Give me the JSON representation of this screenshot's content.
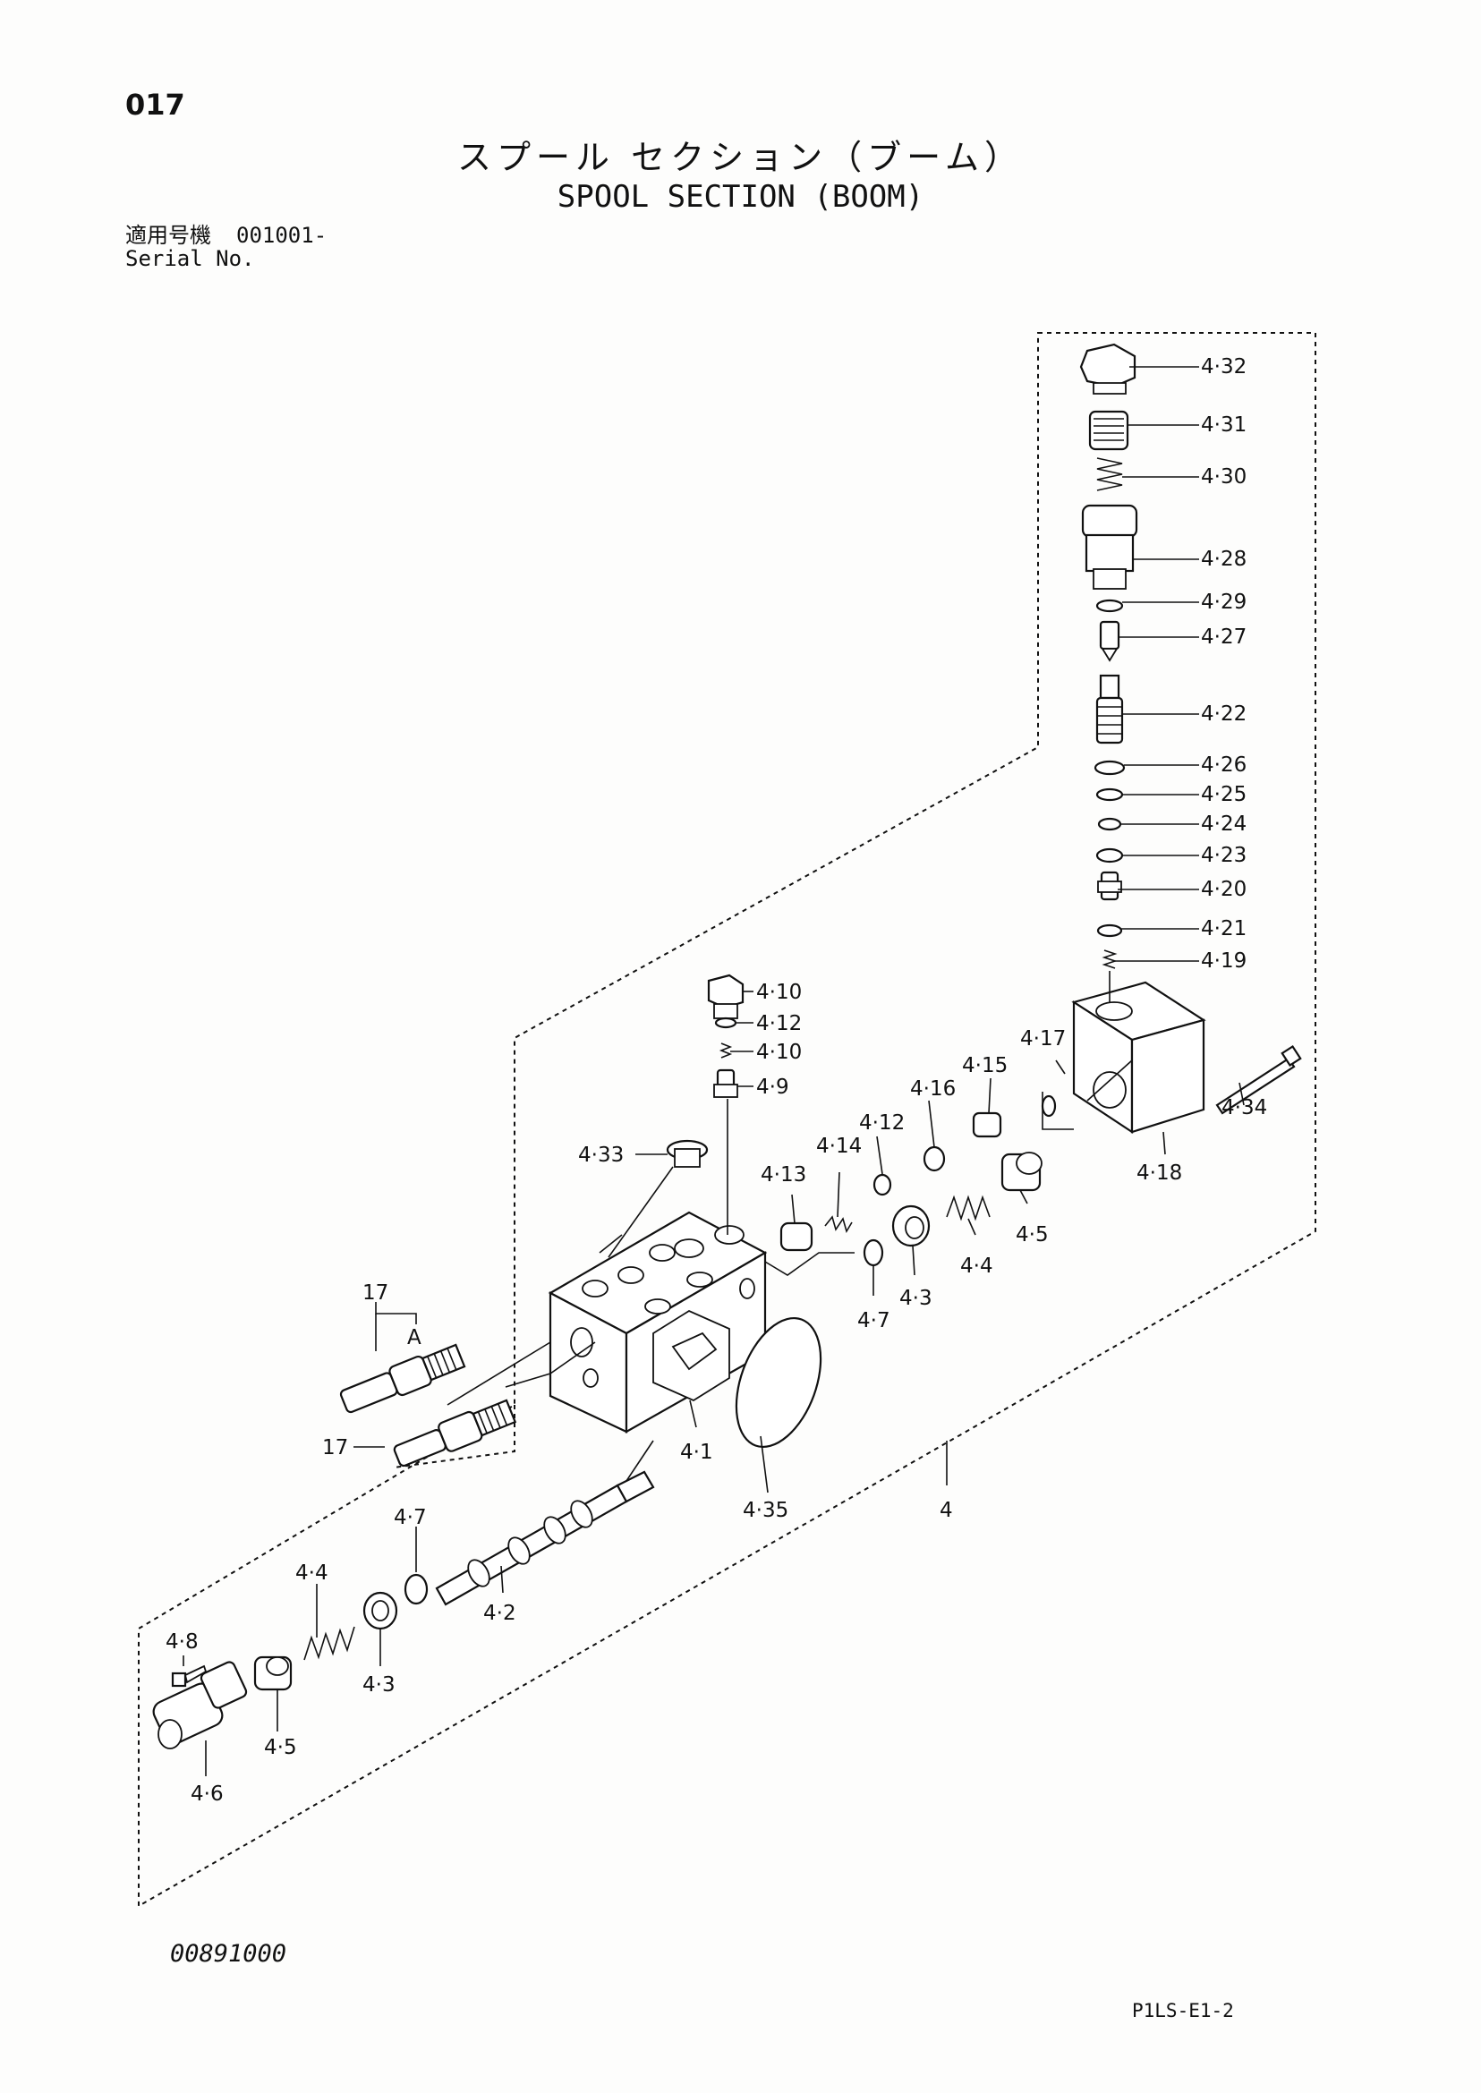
{
  "page_number": "017",
  "title_jp": "スプール セクション（ブーム）",
  "title_en": "SPOOL SECTION (BOOM)",
  "serial_label_jp": "適用号機",
  "serial_label_en": "Serial No.",
  "serial_value": "001001-",
  "drawing_number": "00891000",
  "sheet_code": "P1LS-E1-2",
  "callouts": {
    "p432": "4·32",
    "p431": "4·31",
    "p430": "4·30",
    "p428": "4·28",
    "p429": "4·29",
    "p427": "4·27",
    "p422": "4·22",
    "p426": "4·26",
    "p425": "4·25",
    "p424": "4·24",
    "p423": "4·23",
    "p420": "4·20",
    "p421": "4·21",
    "p419": "4·19",
    "p417": "4·17",
    "p415": "4·15",
    "p416": "4·16",
    "p412b": "4·12",
    "p413": "4·13",
    "p414": "4·14",
    "p434": "4·34",
    "p418": "4·18",
    "p410a": "4·10",
    "p412a": "4·12",
    "p410b": "4·10",
    "p49": "4·9",
    "p433": "4·33",
    "p45a": "4·5",
    "p44a": "4·4",
    "p43a": "4·3",
    "p47a": "4·7",
    "p41": "4·1",
    "p435": "4·35",
    "p4": "4",
    "p17a": "17",
    "pA": "A",
    "p17b": "17",
    "p47b": "4·7",
    "p44b": "4·4",
    "p42": "4·2",
    "p48": "4·8",
    "p43b": "4·3",
    "p45b": "4·5",
    "p46": "4·6"
  }
}
